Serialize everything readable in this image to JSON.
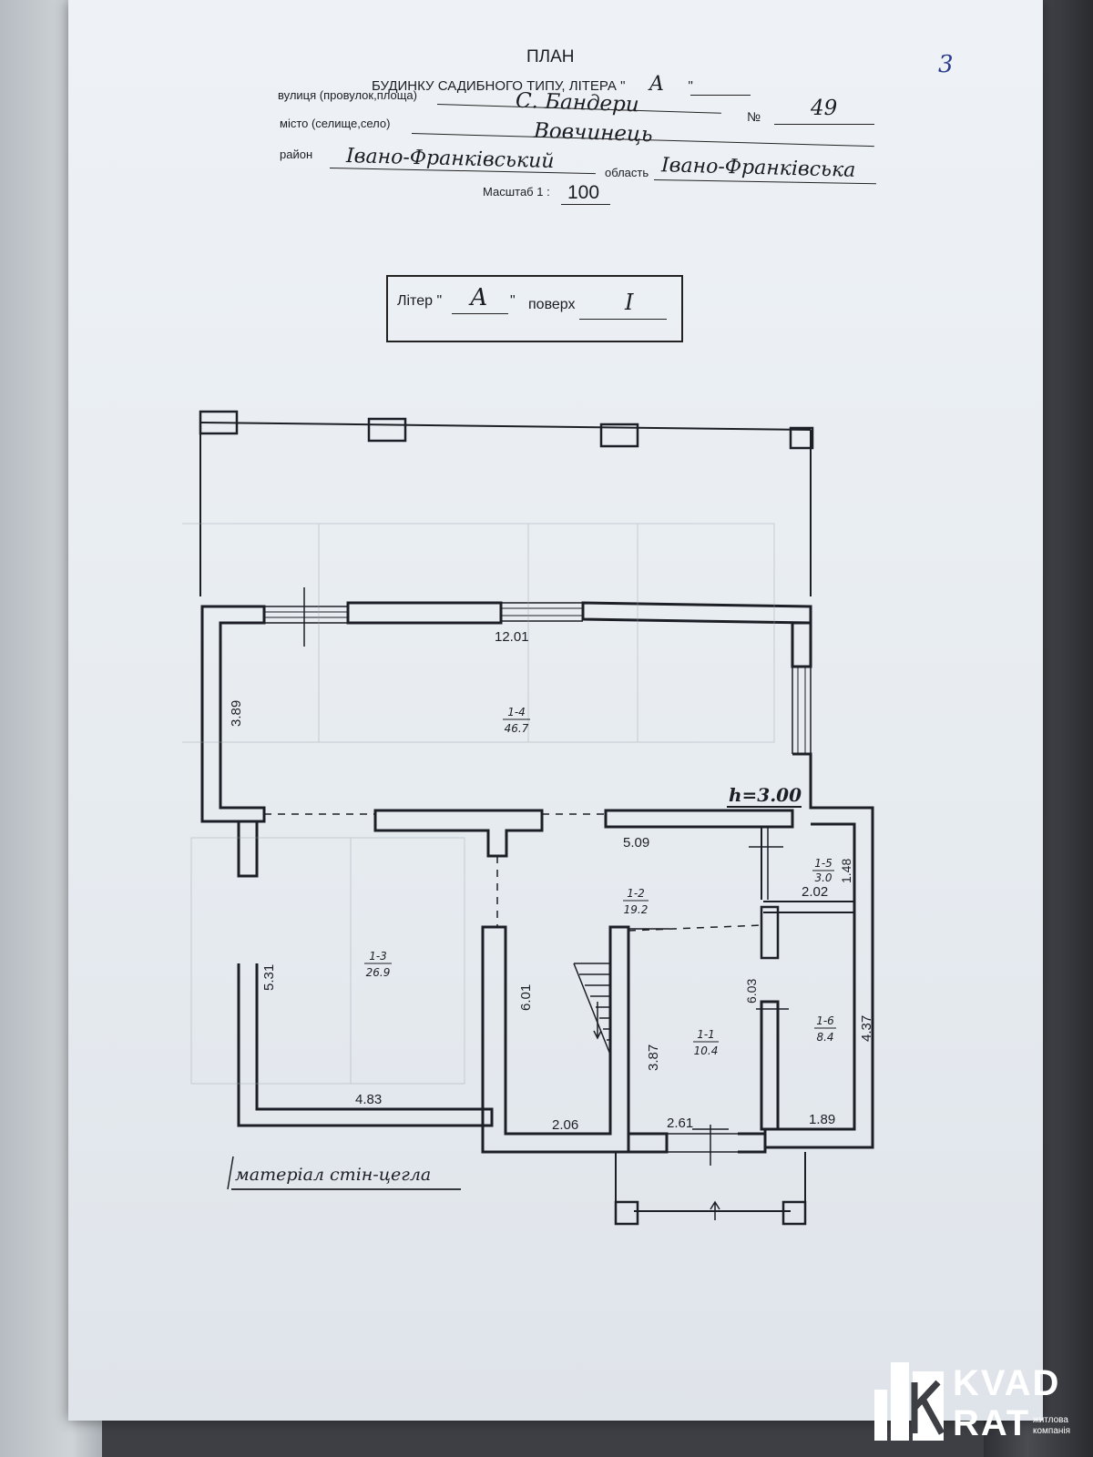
{
  "header": {
    "title": "ПЛАН",
    "subtitle_prefix": "БУДИНКУ САДИБНОГО ТИПУ, ЛІТЕРА \"",
    "subtitle_letter": "А",
    "subtitle_suffix": "\"",
    "page_number": "3"
  },
  "address": {
    "street_label": "вулиця (провулок,площа)",
    "street_value": "С. Бандери",
    "number_label": "№",
    "number_value": "49",
    "city_label": "місто (селище,село)",
    "city_value": "Вовчинець",
    "district_label": "район",
    "district_value": "Івано-Франківський",
    "region_label": "область",
    "region_value": "Івано-Франківська",
    "scale_label": "Масштаб 1 :",
    "scale_value": "100"
  },
  "stamp": {
    "liter_label": "Літер \"",
    "liter_value": "А",
    "liter_close": "\"",
    "floor_label": "поверх",
    "floor_value": "I"
  },
  "plan": {
    "height_label": "h=3.00",
    "material_label": "матеріал стін-цегла",
    "rooms": [
      {
        "id": "1-4",
        "area": "46.7"
      },
      {
        "id": "1-3",
        "area": "26.9"
      },
      {
        "id": "1-2",
        "area": "19.2"
      },
      {
        "id": "1-5",
        "area": "3.0"
      },
      {
        "id": "1-1",
        "area": "10.4"
      },
      {
        "id": "1-6",
        "area": "8.4"
      }
    ],
    "dimensions": [
      "12.01",
      "3.89",
      "5.09",
      "1.48",
      "2.02",
      "5.31",
      "6.01",
      "6.03",
      "3.87",
      "4.37",
      "4.83",
      "2.06",
      "2.61",
      "1.89"
    ]
  },
  "logo": {
    "line1": "KVAD",
    "line2": "RAT",
    "tagline1": "житлова",
    "tagline2": "компанія"
  },
  "colors": {
    "paper": "#e8edf2",
    "ink": "#1b1d24",
    "logo": "#ffffff"
  }
}
